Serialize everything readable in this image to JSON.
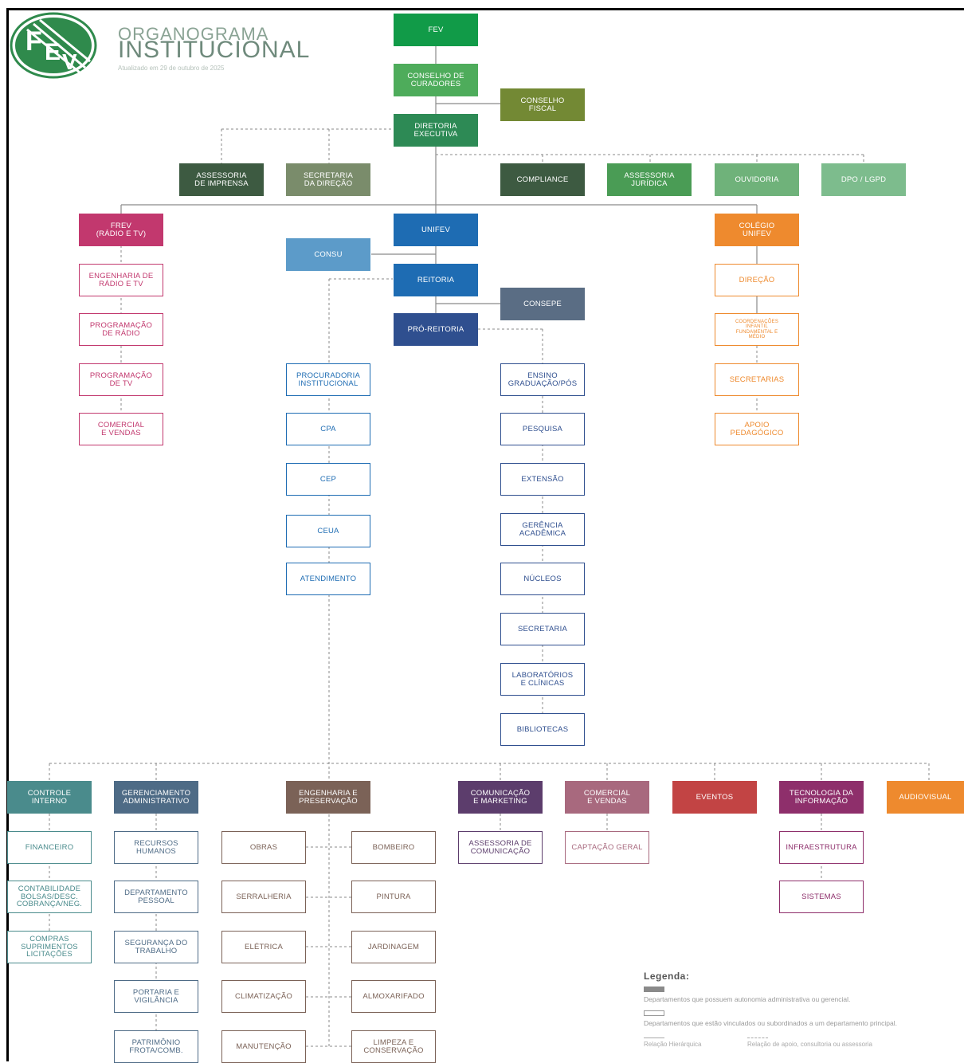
{
  "header": {
    "logo_text": "FEV",
    "title_line1": "ORGANOGRAMA",
    "title_line2": "INSTITUCIONAL",
    "updated": "Atualizado em 29 de outubro de 2025"
  },
  "colors": {
    "brand_green": "#119b48",
    "hierarchy_line": "#8a8a8a",
    "support_line": "#8a8a8a"
  },
  "nodes": {
    "fev": "FEV",
    "conselho_curadores": "CONSELHO DE\nCURADORES",
    "conselho_fiscal": "CONSELHO\nFISCAL",
    "diretoria_executiva": "DIRETORIA\nEXECUTIVA",
    "assessoria_imprensa": "ASSESSORIA\nDE IMPRENSA",
    "secretaria_direcao": "SECRETARIA\nDA DIREÇÃO",
    "compliance": "COMPLIANCE",
    "assessoria_juridica": "ASSESSORIA\nJURÍDICA",
    "ouvidoria": "OUVIDORIA",
    "dpo_lgpd": "DPO / LGPD",
    "frev": "FREV\n(RÁDIO E TV)",
    "engenharia_radio_tv": "ENGENHARIA DE\nRÁDIO E TV",
    "programacao_radio": "PROGRAMAÇÃO\nDE RÁDIO",
    "programacao_tv": "PROGRAMAÇÃO\nDE TV",
    "comercial_vendas_frev": "COMERCIAL\nE VENDAS",
    "unifev": "UNIFEV",
    "consu": "CONSU",
    "reitoria": "REITORIA",
    "consepe": "CONSEPE",
    "pro_reitoria": "PRÓ-REITORIA",
    "procuradoria": "PROCURADORIA\nINSTITUCIONAL",
    "cpa": "CPA",
    "cep": "CEP",
    "ceua": "CEUA",
    "atendimento": "ATENDIMENTO",
    "ensino": "ENSINO\nGRADUAÇÃO/PÓS",
    "pesquisa": "PESQUISA",
    "extensao": "EXTENSÃO",
    "gerencia_academica": "GERÊNCIA\nACADÊMICA",
    "nucleos": "NÚCLEOS",
    "secretaria_unifev": "SECRETARIA",
    "laboratorios": "LABORATÓRIOS\nE CLÍNICAS",
    "bibliotecas": "BIBLIOTECAS",
    "colegio_unifev": "COLÉGIO\nUNIFEV",
    "direcao": "DIREÇÃO",
    "coordenacoes": "COORDENAÇÕES\nINFANTIL\nFUNDAMENTAL E\nMÉDIO",
    "secretarias": "SECRETARIAS",
    "apoio_pedagogico": "APOIO\nPEDAGÓGICO",
    "controle_interno": "CONTROLE\nINTERNO",
    "financeiro": "FINANCEIRO",
    "contabilidade": "CONTABILIDADE\nBOLSAS/DESC.\nCOBRANÇA/NEG.",
    "compras": "COMPRAS\nSUPRIMENTOS\nLICITAÇÕES",
    "gerenciamento_adm": "GERENCIAMENTO\nADMINISTRATIVO",
    "recursos_humanos": "RECURSOS\nHUMANOS",
    "departamento_pessoal": "DEPARTAMENTO\nPESSOAL",
    "seguranca_trabalho": "SEGURANÇA DO\nTRABALHO",
    "portaria": "PORTARIA E\nVIGILÂNCIA",
    "patrimonio": "PATRIMÔNIO\nFROTA/COMB.",
    "engenharia_preservacao": "ENGENHARIA E\nPRESERVAÇÃO",
    "obras": "OBRAS",
    "serralheria": "SERRALHERIA",
    "eletrica": "ELÉTRICA",
    "climatizacao": "CLIMATIZAÇÃO",
    "manutencao": "MANUTENÇÃO",
    "bombeiro": "BOMBEIRO",
    "pintura": "PINTURA",
    "jardinagem": "JARDINAGEM",
    "almoxarifado": "ALMOXARIFADO",
    "limpeza": "LIMPEZA E\nCONSERVAÇÃO",
    "comunicacao_marketing": "COMUNICAÇÃO\nE MARKETING",
    "assessoria_comunicacao": "ASSESSORIA DE\nCOMUNICAÇÃO",
    "comercial_vendas": "COMERCIAL\nE VENDAS",
    "captacao_geral": "CAPTAÇÃO GERAL",
    "eventos": "EVENTOS",
    "ti": "TECNOLOGIA DA\nINFORMAÇÃO",
    "infraestrutura": "INFRAESTRUTURA",
    "sistemas": "SISTEMAS",
    "audiovisual": "AUDIOVISUAL"
  },
  "legend": {
    "title": "Legenda:",
    "filled_desc": "Departamentos que possuem autonomia administrativa ou gerencial.",
    "outline_desc": "Departamentos que estão vinculados ou subordinados a um departamento principal.",
    "solid_line_desc": "Relação Hierárquica",
    "dashed_line_desc": "Relação de apoio, consultoria ou assessoria"
  }
}
